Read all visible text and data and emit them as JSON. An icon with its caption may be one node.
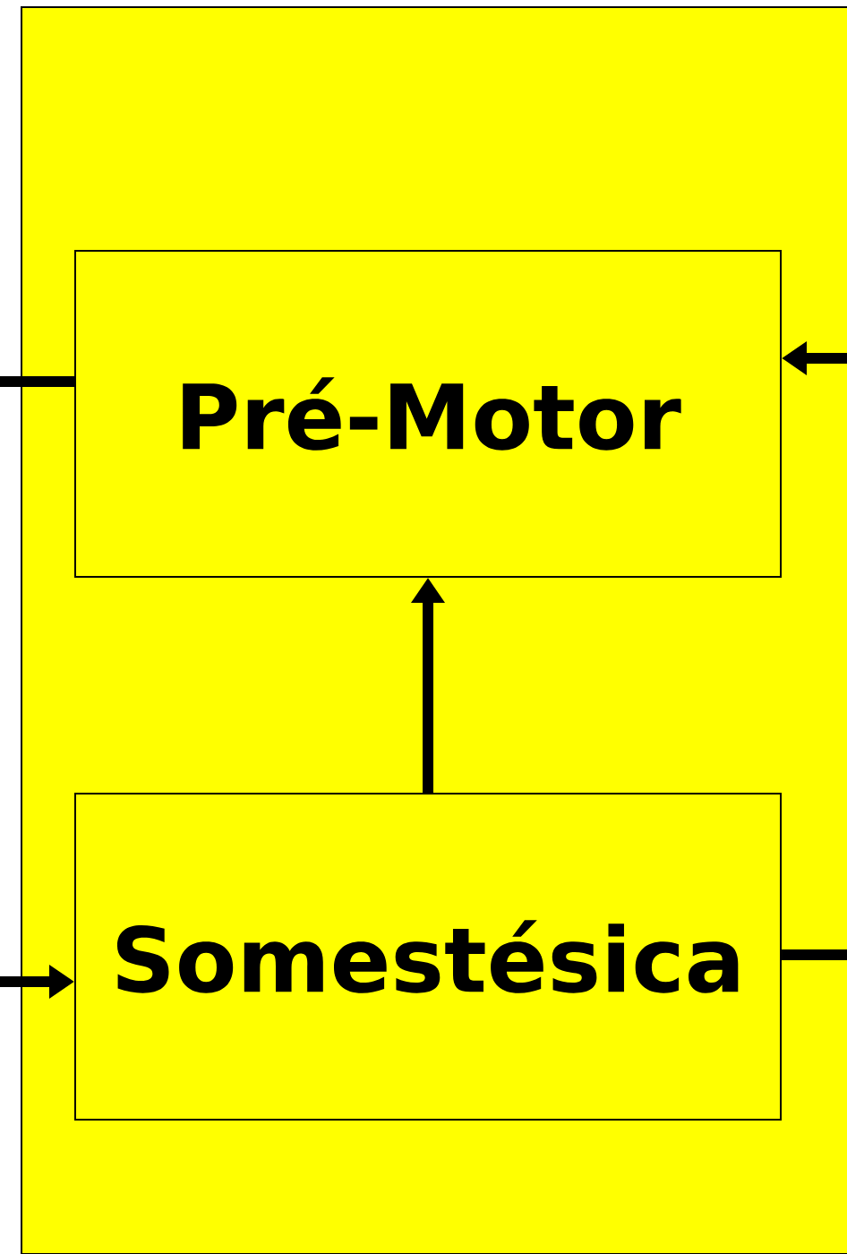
{
  "diagram": {
    "nodes": [
      {
        "text": [],
        "shape": "box"
      },
      {
        "text": [
          "Pré-Motor"
        ],
        "in": 0
      },
      {
        "text": [
          "Somestésica"
        ],
        "in": 0
      }
    ],
    "edges": [
      {
        "from": 2,
        "to": 1,
        "arrow": "to"
      },
      {
        "from": 1,
        "to": null,
        "arrow": "none"
      },
      {
        "from": null,
        "to": 1,
        "arrow": "to"
      },
      {
        "from": null,
        "to": 2,
        "arrow": "to"
      },
      {
        "from": 2,
        "to": null,
        "arrow": "none"
      }
    ]
  }
}
